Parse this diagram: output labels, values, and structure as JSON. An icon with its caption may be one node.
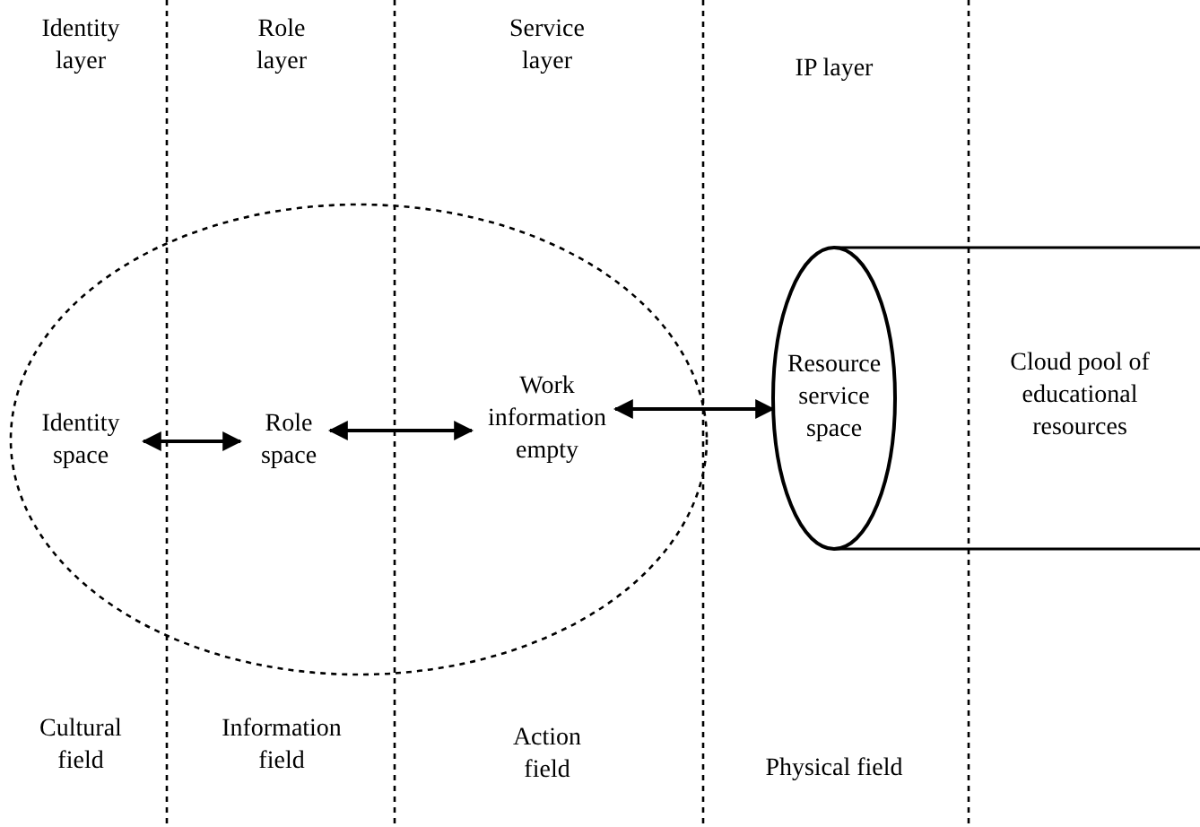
{
  "diagram": {
    "nodes": [
      {
        "text": [],
        "shape": "ellipse"
      },
      {
        "text": [
          "Identity space"
        ],
        "in": 0
      },
      {
        "text": [
          "Role space"
        ],
        "in": 0
      },
      {
        "text": [
          "Work information empty"
        ],
        "in": 0
      },
      {
        "text": [
          "Cloud pool of educational resources"
        ]
      },
      {
        "text": [
          "Resource service space"
        ],
        "in": 4
      }
    ],
    "edges": [
      {
        "from": 1,
        "to": 2,
        "arrow": "both"
      },
      {
        "from": 2,
        "to": 3,
        "arrow": "both"
      },
      {
        "from": 3,
        "to": 5,
        "arrow": "both"
      }
    ],
    "labels": [
      "Identity layer",
      "Role layer",
      "Service layer",
      "IP layer",
      "Cultural field",
      "Information field",
      "Action field",
      "Physical field"
    ]
  }
}
